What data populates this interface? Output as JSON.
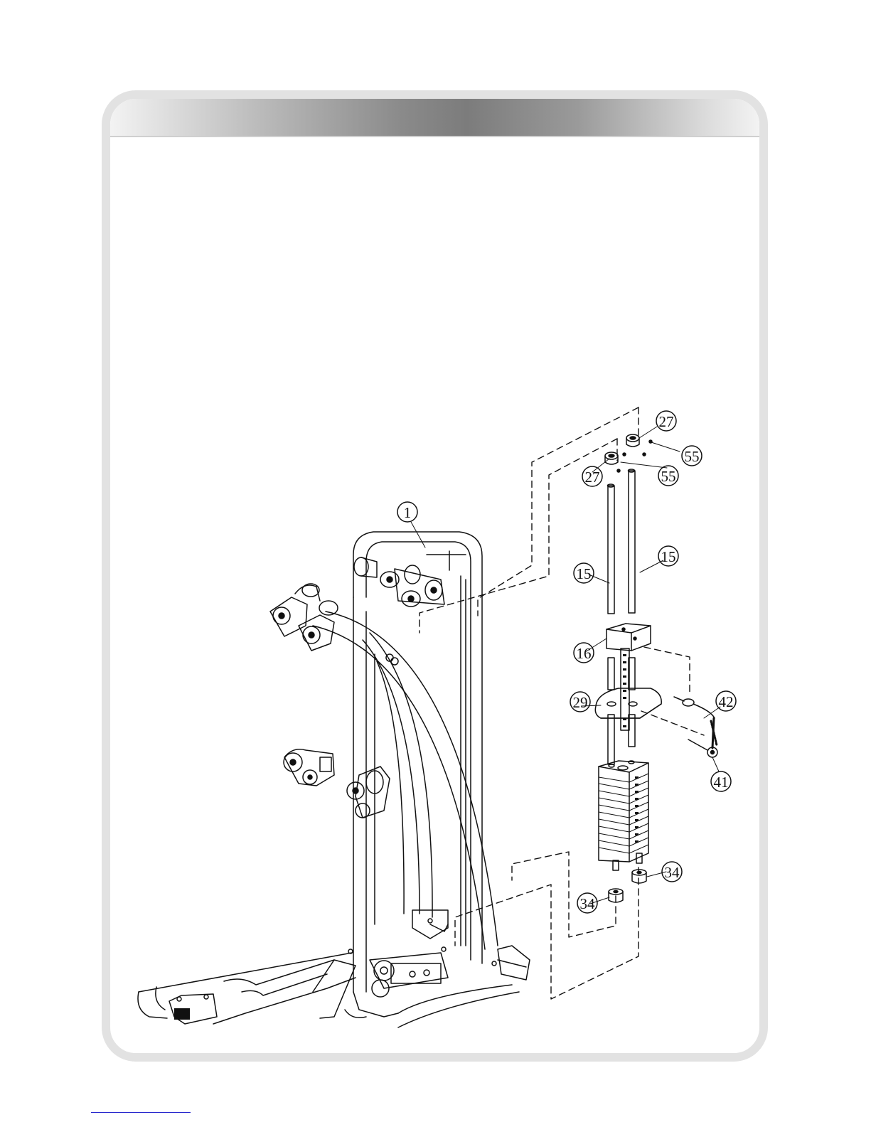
{
  "callouts": [
    {
      "id": "callout-27-top",
      "label": "27"
    },
    {
      "id": "callout-55-top",
      "label": "55"
    },
    {
      "id": "callout-27-left",
      "label": "27"
    },
    {
      "id": "callout-55-mid",
      "label": "55"
    },
    {
      "id": "callout-1",
      "label": "1"
    },
    {
      "id": "callout-15-right",
      "label": "15"
    },
    {
      "id": "callout-15-left",
      "label": "15"
    },
    {
      "id": "callout-16",
      "label": "16"
    },
    {
      "id": "callout-42",
      "label": "42"
    },
    {
      "id": "callout-29",
      "label": "29"
    },
    {
      "id": "callout-41",
      "label": "41"
    },
    {
      "id": "callout-34-right",
      "label": "34"
    },
    {
      "id": "callout-34-left",
      "label": "34"
    }
  ],
  "colors": {
    "frame_border": "#e2e2e2",
    "line": "#111111",
    "header_dark": "#7c7c7c",
    "header_light": "#f3f3f3"
  }
}
